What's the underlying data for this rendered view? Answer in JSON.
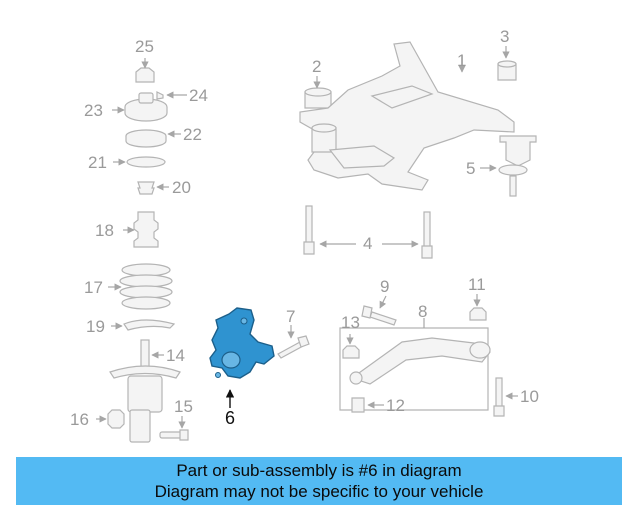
{
  "colors": {
    "highlight_part": "#2f93d0",
    "banner_background": "#53baf3",
    "callout_grey": "#9a9a9a"
  },
  "callouts": [
    "25",
    "24",
    "23",
    "22",
    "21",
    "20",
    "18",
    "17",
    "19",
    "14",
    "16",
    "15",
    "6",
    "7",
    "2",
    "1",
    "3",
    "5",
    "4",
    "9",
    "8",
    "11",
    "13",
    "12",
    "10"
  ],
  "highlighted_callout": "6",
  "banner": {
    "line1": "Part or sub-assembly is #6 in diagram",
    "line2": "Diagram may not be specific to your vehicle"
  }
}
